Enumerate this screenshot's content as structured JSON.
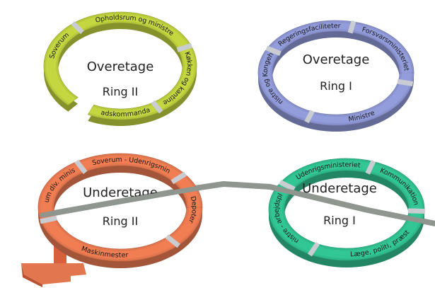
{
  "colors": {
    "ring_ii_upper": "#b9c93c",
    "ring_i_upper": "#8a93cf",
    "ring_ii_lower": "#e2764f",
    "ring_i_lower": "#2fba8c",
    "corridor": "#8f9690",
    "divider": "#c9ccd0"
  },
  "rings": [
    {
      "id": "ring-ii-upper",
      "floor": "Overetage",
      "name": "Ring II",
      "color": "#b9c93c",
      "segments": [
        "Soverum",
        "Opholdsrum og ministre",
        "Køkken og kantine",
        "Pladskommandant"
      ]
    },
    {
      "id": "ring-i-upper",
      "floor": "Overetage",
      "name": "Ring I",
      "color": "#8a93cf",
      "segments": [
        "Regeringsfaciliteter",
        "Forsvarsministeriet",
        "Ministre",
        "Ministre og Kongehus"
      ]
    },
    {
      "id": "ring-ii-lower",
      "floor": "Underetage",
      "name": "Ring II",
      "color": "#e2764f",
      "segments": [
        "Soverum div. ministerier",
        "Soverum - Udenrigsmin",
        "Depoter",
        "Maskinmester"
      ]
    },
    {
      "id": "ring-i-lower",
      "floor": "Underetage",
      "name": "Ring I",
      "color": "#2fba8c",
      "segments": [
        "Udenrigsministeriet",
        "Kommunikation",
        "Læge, politi, præst",
        "Ministre - arbejdsplad"
      ]
    }
  ]
}
